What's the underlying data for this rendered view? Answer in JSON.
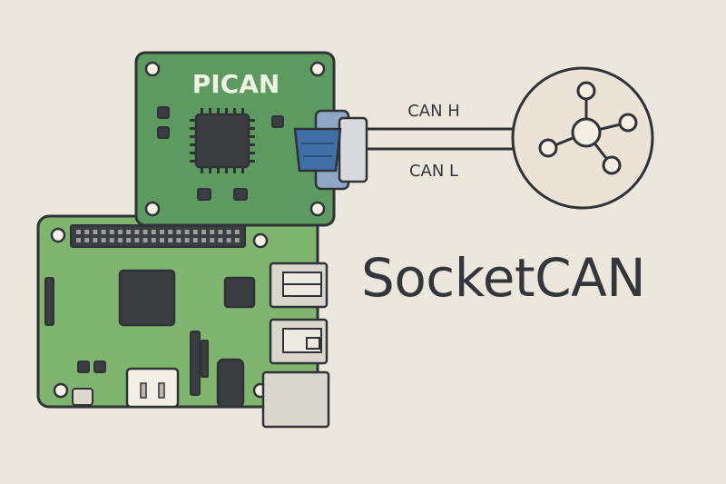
{
  "title": "SocketCAN",
  "hat_board": {
    "label": "PICAN"
  },
  "bus_lines": {
    "high": "CAN H",
    "low": "CAN L"
  },
  "network_icon": "network-hub-icon",
  "colors": {
    "background": "#ece7dc",
    "board_green": "#5d9a60",
    "board_green_light": "#7fb56e",
    "outline": "#2f3236",
    "chip": "#3b3d40",
    "connector_blue": "#3f6fa6",
    "text": "#33373c",
    "label_white": "#eef3e4",
    "circle_fill": "#ebe4d6"
  }
}
